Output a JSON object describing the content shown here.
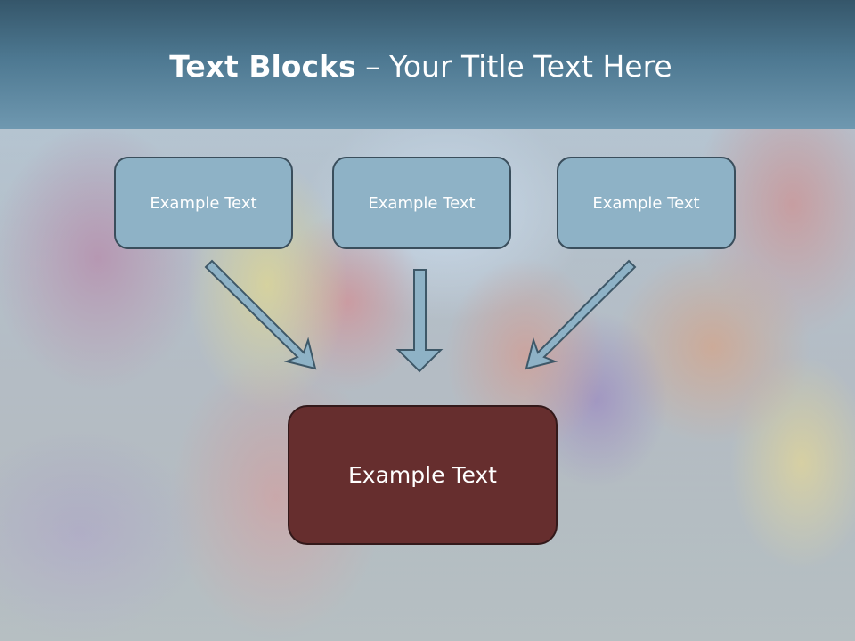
{
  "slide": {
    "title_bold": "Text Blocks",
    "title_rest": " – Your Title Text Here"
  },
  "blocks": [
    {
      "label": "Example Text"
    },
    {
      "label": "Example Text"
    },
    {
      "label": "Example Text"
    }
  ],
  "main_block": {
    "label": "Example Text"
  },
  "colors": {
    "header": "#4d7891",
    "block_fill": "#8eb2c6",
    "main_fill": "#662e2e",
    "arrow_fill": "#8eb2c6"
  }
}
